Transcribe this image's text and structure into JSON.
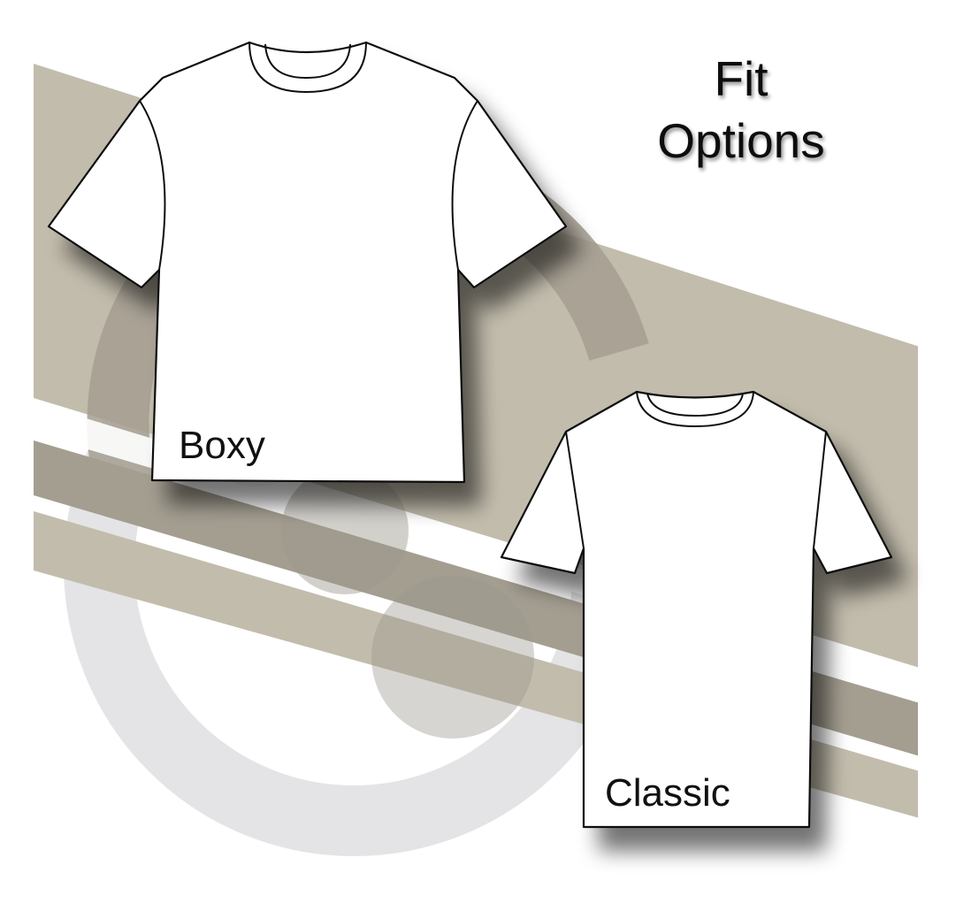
{
  "title": {
    "line1": "Fit",
    "line2": "Options"
  },
  "garments": [
    {
      "id": "boxy",
      "label": "Boxy"
    },
    {
      "id": "classic",
      "label": "Classic"
    }
  ],
  "colors": {
    "background": "#ffffff",
    "band_light": "#c2bcac",
    "band_dark": "#a49e91",
    "ring": "#e4e4e6",
    "shirt_fill": "#ffffff",
    "outline": "#111111"
  }
}
